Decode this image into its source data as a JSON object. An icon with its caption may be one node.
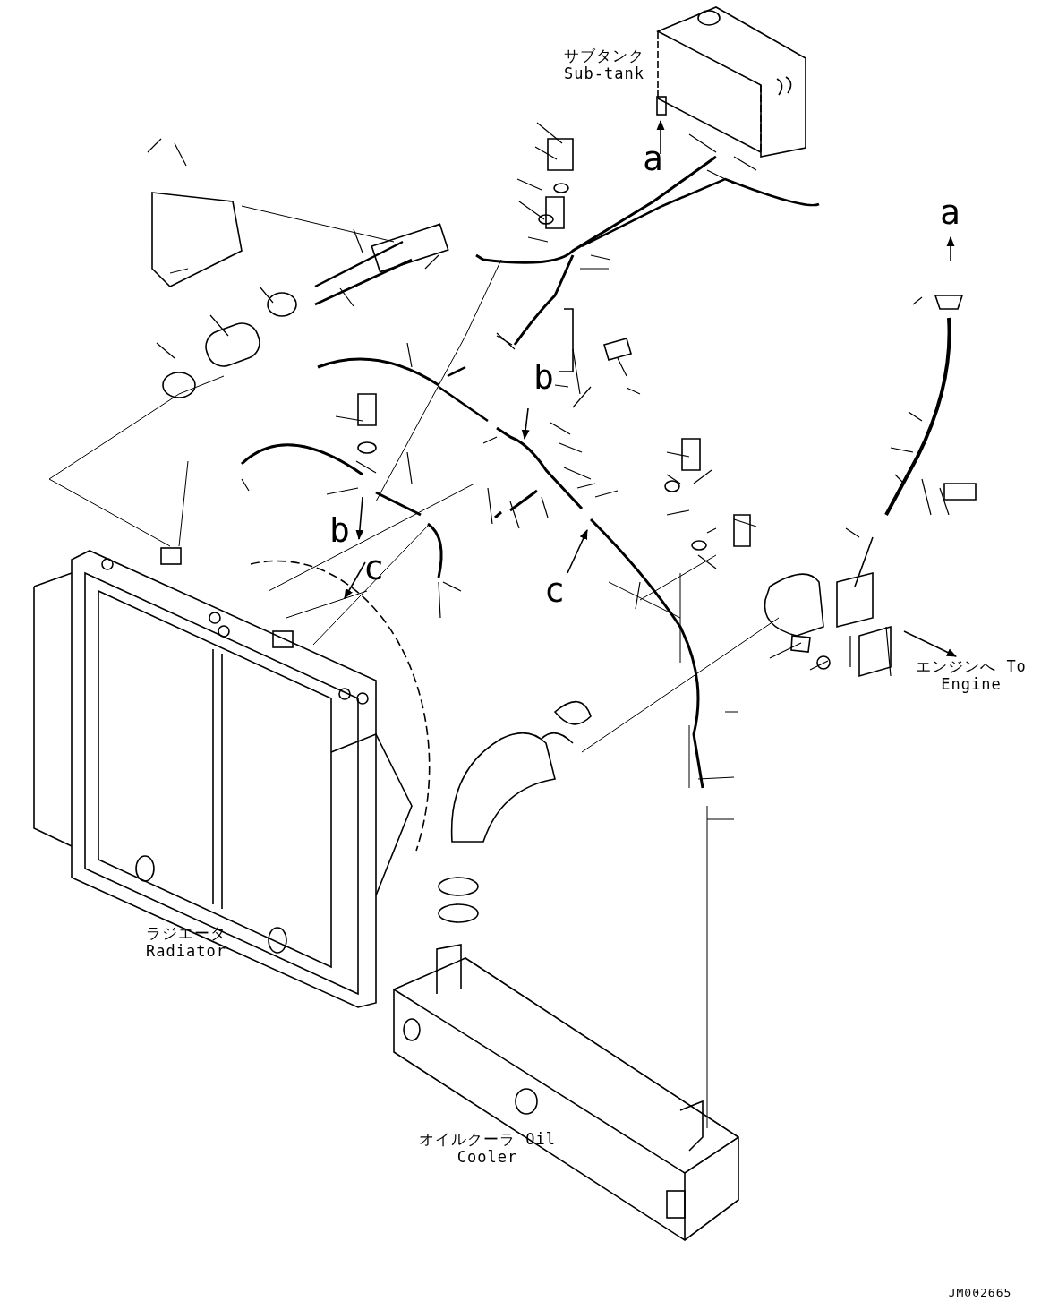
{
  "diagram": {
    "labels": [
      "サブタンク Sub-tank",
      "a",
      "a",
      "b",
      "b",
      "c",
      "c",
      "エンジンへ To Engine",
      "ラジエータ Radiator",
      "オイルクーラ Oil Cooler",
      "JM002665"
    ]
  }
}
